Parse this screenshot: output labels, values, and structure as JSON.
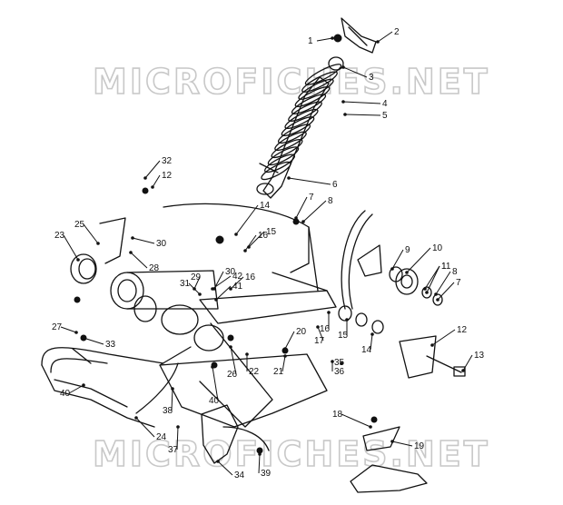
{
  "watermark": {
    "top": "MICROFICHES.NET",
    "bottom": "MICROFICHES.NET"
  },
  "callouts": [
    "1",
    "2",
    "3",
    "4",
    "5",
    "6",
    "7",
    "8",
    "9",
    "10",
    "11",
    "12",
    "12",
    "13",
    "14",
    "14",
    "15",
    "15",
    "16",
    "16",
    "16",
    "17",
    "18",
    "19",
    "20",
    "21",
    "22",
    "23",
    "24",
    "25",
    "26",
    "27",
    "28",
    "29",
    "30",
    "30",
    "31",
    "32",
    "33",
    "34",
    "35",
    "36",
    "37",
    "38",
    "39",
    "40",
    "40",
    "41",
    "42",
    "1",
    "8",
    "7"
  ]
}
